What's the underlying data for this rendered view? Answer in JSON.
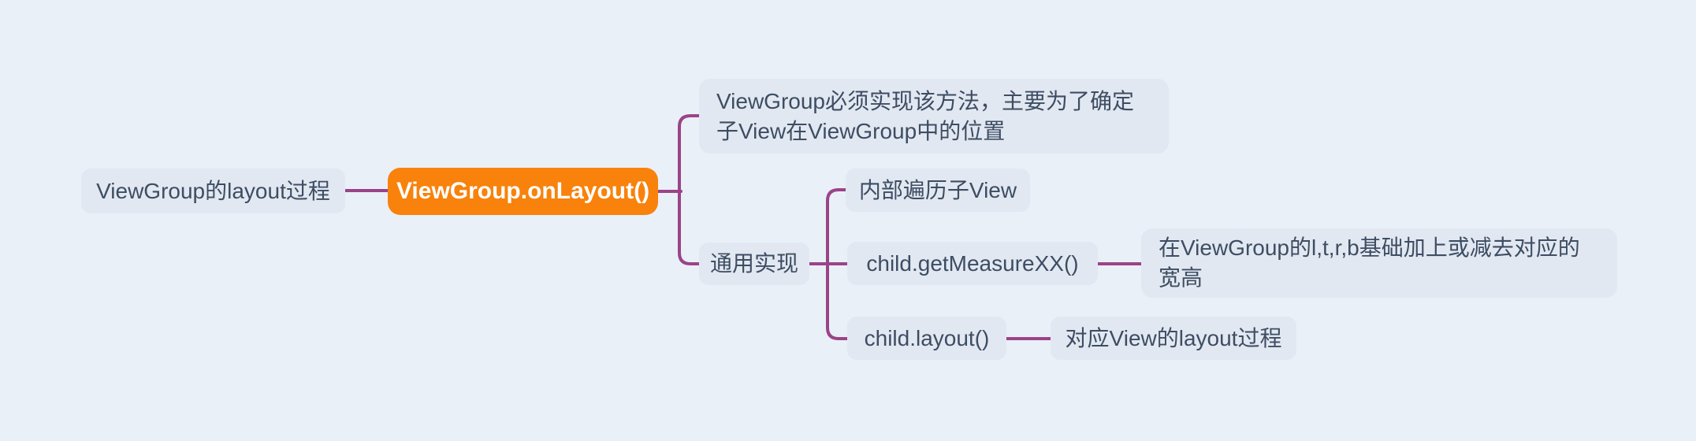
{
  "colors": {
    "bg": "#eaf0f8",
    "node_bg": "#e2e8f1",
    "text": "#3d4d63",
    "accent": "#f8820b",
    "accent_text": "#ffffff",
    "connector": "#9a4488"
  },
  "mindmap": {
    "nodes": [
      {
        "type": "topic",
        "label": "ViewGroup的layout过程"
      },
      {
        "type": "root",
        "label": "ViewGroup.onLayout()"
      },
      {
        "type": "note",
        "label": "ViewGroup必须实现该方法，主要为了确定子View在ViewGroup中的位置"
      },
      {
        "type": "topic",
        "label": "通用实现"
      },
      {
        "type": "topic",
        "label": "内部遍历子View"
      },
      {
        "type": "topic",
        "label": "child.getMeasureXX()"
      },
      {
        "type": "topic",
        "label": "child.layout()"
      },
      {
        "type": "note",
        "label": "在ViewGroup的l,t,r,b基础加上或减去对应的宽高"
      },
      {
        "type": "note",
        "label": "对应View的layout过程"
      }
    ]
  }
}
